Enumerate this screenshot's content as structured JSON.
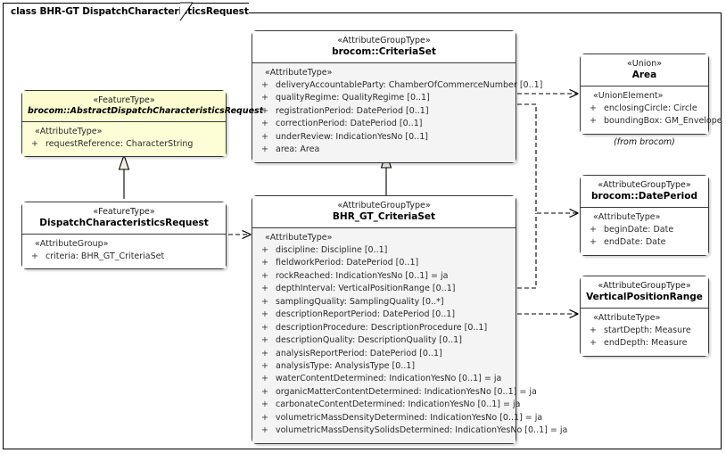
{
  "frame": {
    "title": "class BHR-GT DispatchCharacteristicsRequest"
  },
  "boxes": {
    "criteria_set": {
      "stereotype": "«AttributeGroupType»",
      "name": "brocom::CriteriaSet",
      "group": "«AttributeType»",
      "attributes": [
        {
          "vis": "+",
          "sig": "deliveryAccountableParty: ChamberOfCommerceNumber [0..1]"
        },
        {
          "vis": "+",
          "sig": "qualityRegime: QualityRegime [0..1]"
        },
        {
          "vis": "+",
          "sig": "registrationPeriod: DatePeriod [0..1]"
        },
        {
          "vis": "+",
          "sig": "correctionPeriod: DatePeriod [0..1]"
        },
        {
          "vis": "+",
          "sig": "underReview: IndicationYesNo [0..1]"
        },
        {
          "vis": "+",
          "sig": "area: Area"
        }
      ]
    },
    "abstract_request": {
      "stereotype": "«FeatureType»",
      "name": "brocom::AbstractDispatchCharacteristicsRequest",
      "group": "«AttributeType»",
      "attributes": [
        {
          "vis": "+",
          "sig": "requestReference: CharacterString"
        }
      ]
    },
    "dispatch_request": {
      "stereotype": "«FeatureType»",
      "name": "DispatchCharacteristicsRequest",
      "group": "«AttributeGroup»",
      "attributes": [
        {
          "vis": "+",
          "sig": "criteria: BHR_GT_CriteriaSet"
        }
      ]
    },
    "bhr_gt_criteria_set": {
      "stereotype": "«AttributeGroupType»",
      "name": "BHR_GT_CriteriaSet",
      "group": "«AttributeType»",
      "attributes": [
        {
          "vis": "+",
          "sig": "discipline: Discipline [0..1]"
        },
        {
          "vis": "+",
          "sig": "fieldworkPeriod: DatePeriod [0..1]"
        },
        {
          "vis": "+",
          "sig": "rockReached: IndicationYesNo [0..1] = ja"
        },
        {
          "vis": "+",
          "sig": "depthInterval: VerticalPositionRange [0..1]"
        },
        {
          "vis": "+",
          "sig": "samplingQuality: SamplingQuality [0..*]"
        },
        {
          "vis": "+",
          "sig": "descriptionReportPeriod: DatePeriod [0..1]"
        },
        {
          "vis": "+",
          "sig": "descriptionProcedure: DescriptionProcedure [0..1]"
        },
        {
          "vis": "+",
          "sig": "descriptionQuality: DescriptionQuality [0..1]"
        },
        {
          "vis": "+",
          "sig": "analysisReportPeriod: DatePeriod [0..1]"
        },
        {
          "vis": "+",
          "sig": "analysisType: AnalysisType [0..1]"
        },
        {
          "vis": "+",
          "sig": "waterContentDetermined: IndicationYesNo [0..1] = ja"
        },
        {
          "vis": "+",
          "sig": "organicMatterContentDetermined: IndicationYesNo [0..1] = ja"
        },
        {
          "vis": "+",
          "sig": "carbonateContentDetermined: IndicationYesNo [0..1] = ja"
        },
        {
          "vis": "+",
          "sig": "volumetricMassDensityDetermined: IndicationYesNo [0..1] = ja"
        },
        {
          "vis": "+",
          "sig": "volumetricMassDensitySolidsDetermined: IndicationYesNo [0..1] = ja"
        }
      ]
    },
    "area": {
      "stereotype": "«Union»",
      "name": "Area",
      "group": "«UnionElement»",
      "attributes": [
        {
          "vis": "+",
          "sig": "enclosingCircle: Circle"
        },
        {
          "vis": "+",
          "sig": "boundingBox: GM_Envelope"
        }
      ],
      "note": "(from brocom)"
    },
    "date_period": {
      "stereotype": "«AttributeGroupType»",
      "name": "brocom::DatePeriod",
      "group": "«AttributeType»",
      "attributes": [
        {
          "vis": "+",
          "sig": "beginDate: Date"
        },
        {
          "vis": "+",
          "sig": "endDate: Date"
        }
      ]
    },
    "vertical_position_range": {
      "stereotype": "«AttributeGroupType»",
      "name": "VerticalPositionRange",
      "group": "«AttributeType»",
      "attributes": [
        {
          "vis": "+",
          "sig": "startDepth: Measure"
        },
        {
          "vis": "+",
          "sig": "endDepth: Measure"
        }
      ]
    }
  },
  "connectors": [
    {
      "name": "generalization-criteriaset",
      "kind": "generalization",
      "from": "bhr_gt_criteria_set",
      "to": "criteria_set"
    },
    {
      "name": "generalization-dispatch-request",
      "kind": "generalization",
      "from": "dispatch_request",
      "to": "abstract_request"
    },
    {
      "name": "dependency-dispatch-to-bhrgt",
      "kind": "dependency",
      "from": "dispatch_request",
      "to": "bhr_gt_criteria_set"
    },
    {
      "name": "dependency-criteriaset-to-area",
      "kind": "dependency",
      "from": "criteria_set",
      "to": "area"
    },
    {
      "name": "dependency-criteriaset-to-dateperiod",
      "kind": "dependency",
      "from": "criteria_set",
      "to": "date_period"
    },
    {
      "name": "dependency-bhrgt-to-dateperiod",
      "kind": "dependency",
      "from": "bhr_gt_criteria_set",
      "to": "date_period"
    },
    {
      "name": "dependency-bhrgt-to-verticalrange",
      "kind": "dependency",
      "from": "bhr_gt_criteria_set",
      "to": "vertical_position_range"
    }
  ],
  "colors": {
    "border": "#35383d",
    "body_fill": "#f4f4f4",
    "feature_type_fill": "#fdfdd6",
    "connector": "#000000"
  }
}
